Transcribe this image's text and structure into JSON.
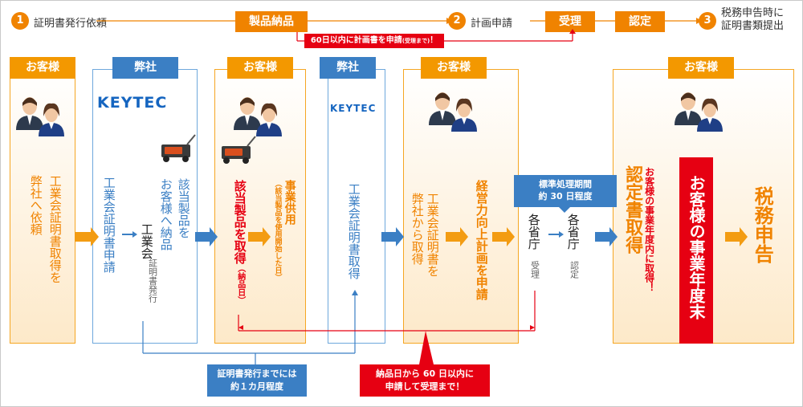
{
  "flow": {
    "step1_num": "1",
    "step1_label": "証明書発行依頼",
    "deliver_label": "製品納品",
    "plan_note": "60日以内に計画書を申請",
    "plan_note_small": "(受理まで)",
    "plan_note_end": "！",
    "step2_num": "2",
    "step2_label": "計画申請",
    "accept_label": "受理",
    "certify_label": "認定",
    "step3_num": "3",
    "step3_label_line1": "税務申告時に",
    "step3_label_line2": "証明書類提出"
  },
  "columns": {
    "customer_label": "お客様",
    "company_label": "弊社",
    "logo_text": "KEYTEC"
  },
  "texts": {
    "c1": "工業会証明書取得を",
    "c1b": "弊社へ依頼",
    "c2a": "工業会証明書申請",
    "c2b": "工業会",
    "c2c": "証明書発行",
    "c2d": "該当製品を",
    "c2e": "お客様へ納品",
    "c3a": "該当製品を取得",
    "c3a_small": "（納品日）",
    "c3b": "事業供用",
    "c3b_small": "（該当製品を使用開始した日）",
    "c4a": "工業会証明書取得",
    "c5a": "工業会証明書を",
    "c5b": "弊社から取得",
    "c5c": "経営力向上計画を申請",
    "gov_a": "各省庁",
    "gov_a_sub": "受理",
    "gov_b": "各省庁",
    "gov_b_sub": "認定",
    "period_line1": "標準処理期間",
    "period_line2": "約 30 日程度",
    "cert_red": "お客様の事業年度内に取得！",
    "cert_big": "認定書取得",
    "year_end": "お客様の事業年度末",
    "tax": "税務申告"
  },
  "notes": {
    "blue_line1": "証明書発行までには",
    "blue_line2": "約１カ月程度",
    "red_line1": "納品日から 60 日以内に",
    "red_line2": "申請して受理まで！"
  }
}
